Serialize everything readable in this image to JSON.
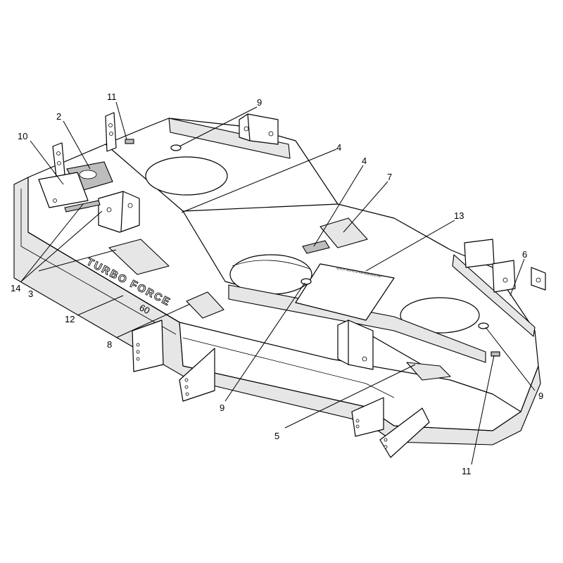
{
  "callouts": [
    {
      "id": "c11a",
      "label": "11"
    },
    {
      "id": "c9a",
      "label": "9"
    },
    {
      "id": "c2",
      "label": "2"
    },
    {
      "id": "c10",
      "label": "10"
    },
    {
      "id": "c4a",
      "label": "4"
    },
    {
      "id": "c4b",
      "label": "4"
    },
    {
      "id": "c7",
      "label": "7"
    },
    {
      "id": "c13",
      "label": "13"
    },
    {
      "id": "c6",
      "label": "6"
    },
    {
      "id": "c14",
      "label": "14"
    },
    {
      "id": "c3",
      "label": "3"
    },
    {
      "id": "c12",
      "label": "12"
    },
    {
      "id": "c8",
      "label": "8"
    },
    {
      "id": "c9b",
      "label": "9"
    },
    {
      "id": "c5",
      "label": "5"
    },
    {
      "id": "c9c",
      "label": "9"
    },
    {
      "id": "c11b",
      "label": "11"
    }
  ],
  "decals": {
    "brand_text": "TURBO FORCE",
    "brand_model": "60",
    "quick_reference": "QUICK SERVICE REFERENCE AID"
  },
  "colors": {
    "line": "#000000",
    "background": "#ffffff",
    "shade": "#e6e6e6"
  }
}
